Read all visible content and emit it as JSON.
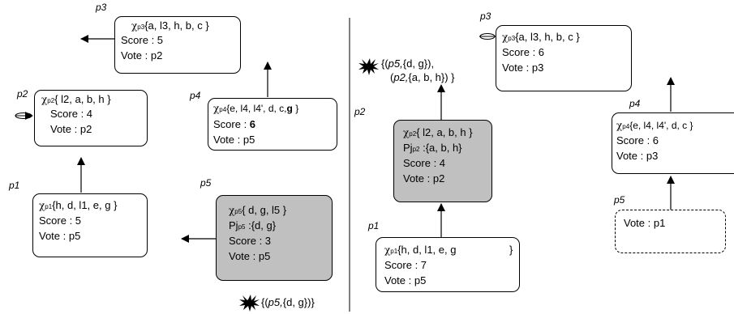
{
  "left": {
    "p3": {
      "label": "p3",
      "chi_sub": "p3",
      "set": "{a, l3, h, b, c }",
      "score": "Score : 5",
      "vote": "Vote : p2"
    },
    "p2": {
      "label": "p2",
      "chi_sub": "p2",
      "set": "{ l2, a, b, h }",
      "score": "Score : 4",
      "vote": "Vote : p2"
    },
    "p4": {
      "label": "p4",
      "chi_sub": "p4",
      "set": "{e, l4, l4', d, c,",
      "set_bold": "g",
      "set_end": " }",
      "score_prefix": "Score : ",
      "score_bold": "6",
      "vote": "Vote : p5"
    },
    "p1": {
      "label": "p1",
      "chi_sub": "p1",
      "set": "{h, d, l1, e, g }",
      "score": "Score : 5",
      "vote": "Vote : p5"
    },
    "p5": {
      "label": "p5",
      "chi_sub": "p5",
      "set": "{ d, g, l5 }",
      "pj_sub": "p5",
      "pj_set": " :{d, g}",
      "score": "Score : 3",
      "vote": "Vote : p5"
    },
    "annotation": {
      "open": "{(",
      "proc": "p5,",
      "set": "{d, g})}"
    }
  },
  "right": {
    "p3": {
      "label": "p3",
      "chi_sub": "p3",
      "set": "{a, l3, h, b, c }",
      "score": "Score : 6",
      "vote": "Vote : p3"
    },
    "p2": {
      "label": "p2",
      "chi_sub": "p2",
      "set": "{ l2, a, b, h }",
      "pj_sub": "p2",
      "pj_set": " :{a, b, h}",
      "score": "Score : 4",
      "vote": "Vote : p2"
    },
    "p4": {
      "label": "p4",
      "chi_sub": "p4",
      "set": "{e, l4, l4', d, c }",
      "score": "Score : 6",
      "vote": "Vote : p3"
    },
    "p1": {
      "label": "p1",
      "chi_sub": "p1",
      "set": "{h, d, l1, e, g",
      "set_end": "}",
      "score": "Score : 7",
      "vote": "Vote : p5"
    },
    "p5": {
      "label": "p5",
      "vote": "Vote : p1"
    },
    "annotation": {
      "line1_open": "{(",
      "line1_proc": "p5,",
      "line1_set": "{d, g}),",
      "line2_open": "(",
      "line2_proc": "p2,",
      "line2_set": "{a, b, h}) }"
    }
  },
  "symbols": {
    "chi": "χ",
    "pj": "Pj"
  }
}
